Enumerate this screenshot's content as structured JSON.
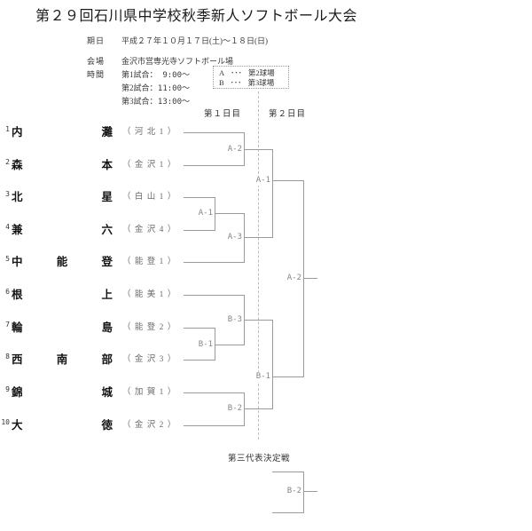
{
  "title": "第２９回石川県中学校秋季新人ソフトボール大会",
  "info": {
    "date_label": "期日",
    "date_value": "平成２７年１０月１７日(土)～１８日(日)",
    "venue_label": "会場",
    "venue_value": "金沢市営専光寺ソフトボール場",
    "time_label": "時間",
    "schedule": [
      {
        "label": "第1試合：",
        "time": "9:00～"
      },
      {
        "label": "第2試合：",
        "time": "11:00～"
      },
      {
        "label": "第3試合：",
        "time": "13:00～"
      }
    ],
    "field_legend": [
      {
        "key": "A",
        "dots": "･･･",
        "value": "第2球場"
      },
      {
        "key": "B",
        "dots": "･･･",
        "value": "第3球場"
      }
    ]
  },
  "bracket": {
    "day1_label": "第１日目",
    "day2_label": "第２日目",
    "third_place_label": "第三代表決定戦",
    "match_labels": {
      "d1_a2": "A-2",
      "d1_a1": "A-1",
      "d1_a3": "A-3",
      "d1_b3": "B-3",
      "d1_b1": "B-1",
      "d1_b2": "B-2",
      "d2_a1": "A-1",
      "d2_b1": "B-1",
      "final": "A-2",
      "third_place": "B-2"
    }
  },
  "teams": [
    {
      "no": "1",
      "name": "内灘",
      "affiliation": "（ 河 北 1 ）"
    },
    {
      "no": "2",
      "name": "森本",
      "affiliation": "（ 金 沢 1 ）"
    },
    {
      "no": "3",
      "name": "北星",
      "affiliation": "（ 白 山 1 ）"
    },
    {
      "no": "4",
      "name": "兼六",
      "affiliation": "（ 金 沢 4 ）"
    },
    {
      "no": "5",
      "name": "中能登",
      "affiliation": "（ 能 登 1 ）"
    },
    {
      "no": "6",
      "name": "根上",
      "affiliation": "（ 能 美 1 ）"
    },
    {
      "no": "7",
      "name": "輪島",
      "affiliation": "（ 能 登 2 ）"
    },
    {
      "no": "8",
      "name": "西南部",
      "affiliation": "（ 金 沢 3 ）"
    },
    {
      "no": "9",
      "name": "錦城",
      "affiliation": "（ 加 賀 1 ）"
    },
    {
      "no": "10",
      "name": "大徳",
      "affiliation": "（ 金 沢 2 ）"
    }
  ]
}
